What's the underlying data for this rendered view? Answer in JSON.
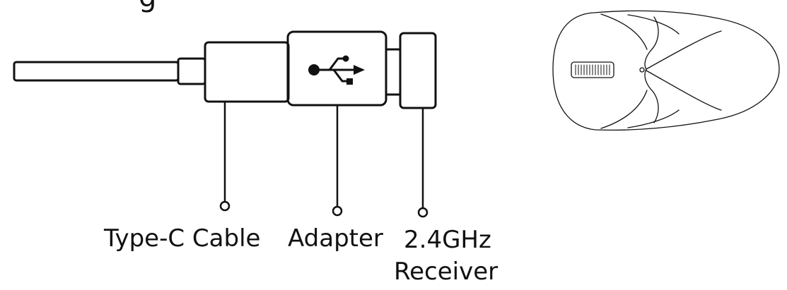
{
  "heading_fragment": "g",
  "labels": {
    "cable": "Type-C Cable",
    "adapter": "Adapter",
    "receiver_line1": "2.4GHz",
    "receiver_line2": "Receiver"
  },
  "colors": {
    "stroke": "#111111",
    "background": "#ffffff"
  },
  "icons": {
    "adapter_symbol": "usb-icon",
    "device": "mouse-icon"
  }
}
